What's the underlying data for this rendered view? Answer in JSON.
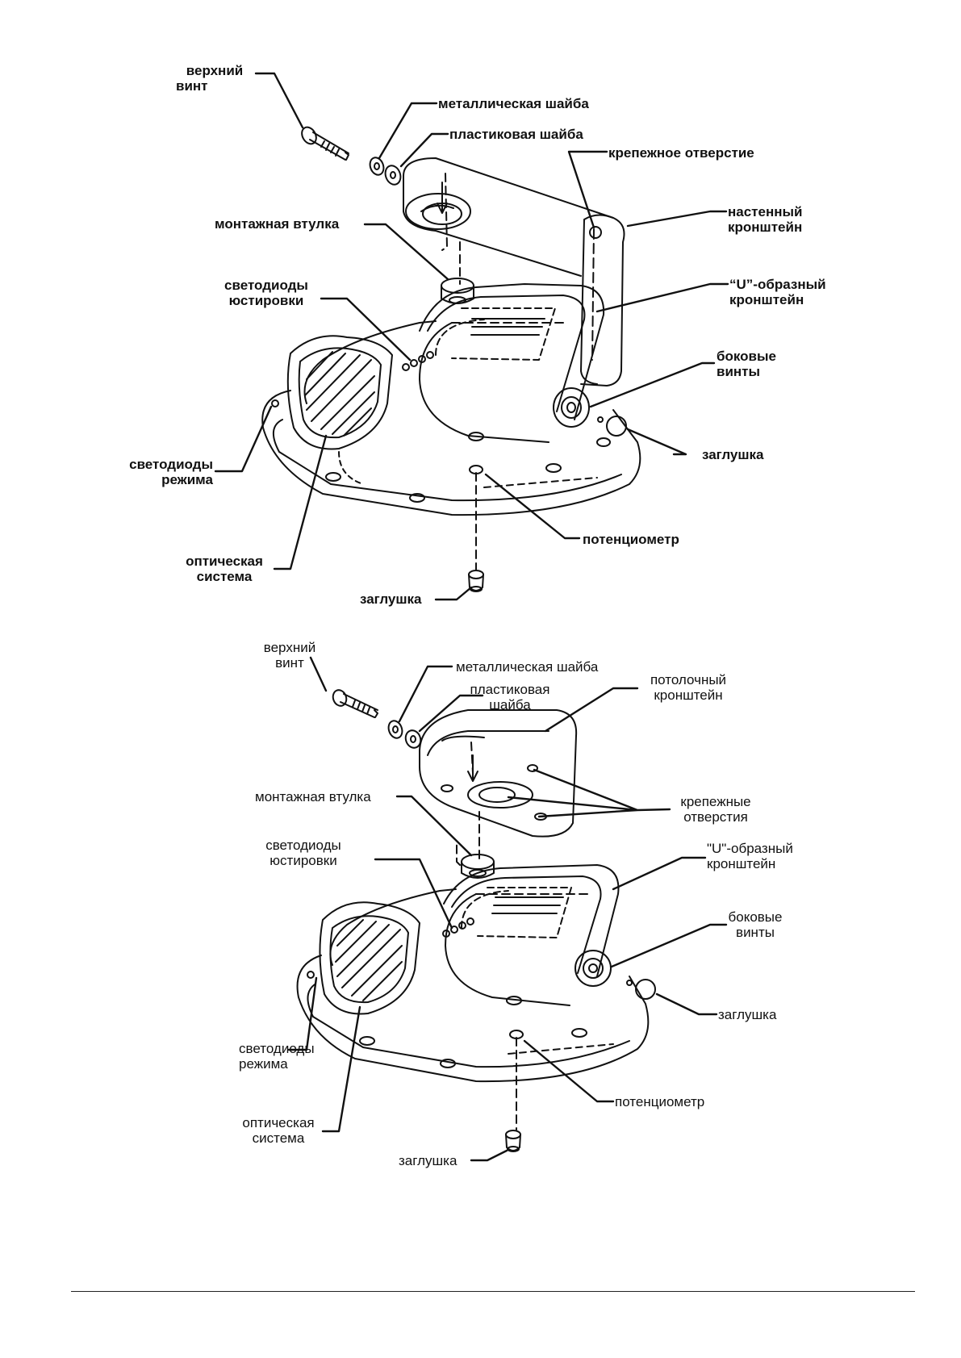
{
  "diagram1": {
    "top_screw": [
      "верхний",
      "винт"
    ],
    "metal_washer": "металлическая шайба",
    "plastic_washer": "пластиковая шайба",
    "mount_hole": "крепежное отверстие",
    "wall_bracket": [
      "настенный",
      "кронштейн"
    ],
    "mount_bushing": "монтажная втулка",
    "u_bracket": [
      "“U”-образный",
      "кронштейн"
    ],
    "align_leds": [
      "светодиоды",
      "юстировки"
    ],
    "side_screws": [
      "боковые",
      "винты"
    ],
    "plug_side": "заглушка",
    "mode_leds": [
      "светодиоды",
      "режима"
    ],
    "potentiometer": "потенциометр",
    "optics": [
      "оптическая",
      "система"
    ],
    "plug_bottom": "заглушка"
  },
  "diagram2": {
    "top_screw": [
      "верхний",
      "винт"
    ],
    "metal_washer": "металлическая шайба",
    "plastic_washer": [
      "пластиковая",
      "шайба"
    ],
    "ceiling_bracket": [
      "потолочный",
      "кронштейн"
    ],
    "mount_bushing": "монтажная втулка",
    "mount_holes": [
      "крепежные",
      "отверстия"
    ],
    "u_bracket": [
      "\"U\"-образный",
      "кронштейн"
    ],
    "align_leds": [
      "светодиоды",
      "юстировки"
    ],
    "side_screws": [
      "боковые",
      "винты"
    ],
    "plug_side": "заглушка",
    "mode_leds": [
      "светодиоды",
      "режима"
    ],
    "potentiometer": "потенциометр",
    "optics": [
      "оптическая",
      "система"
    ],
    "plug_bottom": "заглушка"
  },
  "colors": {
    "ink": "#111111",
    "background": "#ffffff"
  }
}
